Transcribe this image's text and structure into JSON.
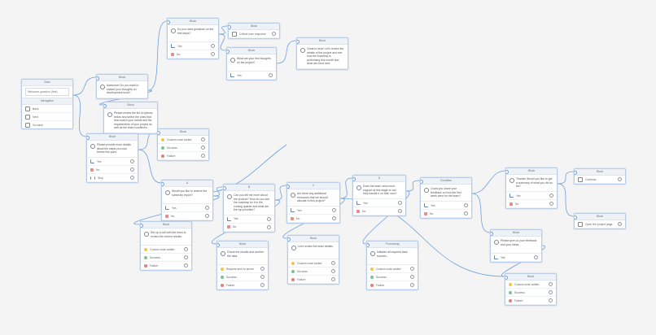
{
  "colors": {
    "wire": "#6aa0e0",
    "node_border": "#b9cde6",
    "canvas": "#f4f4f4"
  },
  "start_node": {
    "title": "Start",
    "selector": "Welcome question (first)",
    "section": "Navigation",
    "items": [
      "Back",
      "Next",
      "Go back"
    ]
  },
  "nodes": [
    {
      "id": "n1",
      "title": "Block",
      "text": "Do you need guidance on the first steps?",
      "rows": [
        {
          "icon": "yes",
          "label": "Yes"
        },
        {
          "icon": "no",
          "label": "No"
        }
      ]
    },
    {
      "id": "n2",
      "title": "Block",
      "text": "",
      "rows": [
        {
          "icon": "doc",
          "label": "Collect user response"
        }
      ]
    },
    {
      "id": "n3",
      "title": "Block",
      "text": "What are your first thoughts on the project?",
      "rows": [
        {
          "icon": "yes",
          "label": "Yes"
        }
      ]
    },
    {
      "id": "n4",
      "title": "Block",
      "text": "Great to hear! Let's review the details of the project and see how the business is performing this month and what we need next.",
      "rows": []
    },
    {
      "id": "n5",
      "title": "Block",
      "text": "Awesome! Do you want to shared your thoughts on development tools?",
      "rows": []
    },
    {
      "id": "n6",
      "title": "Block",
      "text": "Please review the list of options below and select the ones that best match your needs and the requirements of your project as well as the team conditions.",
      "rows": []
    },
    {
      "id": "n7",
      "title": "Block",
      "text": "Please provide more details about the steps you took before this point.",
      "rows": [
        {
          "icon": "yes",
          "label": "Yes"
        },
        {
          "icon": "no",
          "label": "No"
        },
        {
          "icon": "bars",
          "label": "Skip"
        }
      ]
    },
    {
      "id": "n8",
      "title": "Block",
      "text": "",
      "rows": [
        {
          "icon": "bulb",
          "label": "Custom code added"
        },
        {
          "icon": "ok",
          "label": "Success"
        },
        {
          "icon": "fail",
          "label": "Failure"
        }
      ]
    },
    {
      "id": "n9",
      "title": "A",
      "text": "Would you like to receive the summary report?",
      "rows": [
        {
          "icon": "yes",
          "label": "Yes"
        },
        {
          "icon": "no",
          "label": "No"
        }
      ]
    },
    {
      "id": "n10",
      "title": "Block",
      "text": "Set up a call with the team to review the current results.",
      "rows": [
        {
          "icon": "bulb",
          "label": "Custom code added"
        },
        {
          "icon": "ok",
          "label": "Success"
        },
        {
          "icon": "fail",
          "label": "Failure"
        }
      ]
    },
    {
      "id": "n11",
      "title": "B",
      "text": "Can you tell me more about the product? How do you see the roadmap for it in the coming quarter and what are the top priorities?",
      "rows": [
        {
          "icon": "yes",
          "label": "Yes"
        },
        {
          "icon": "no",
          "label": "No"
        }
      ]
    },
    {
      "id": "n12",
      "title": "Block",
      "text": "Check the results and confirm the data.",
      "rows": [
        {
          "icon": "bulb",
          "label": "Request sent to server"
        },
        {
          "icon": "ok",
          "label": "Success"
        },
        {
          "icon": "fail",
          "label": "Failure"
        }
      ]
    },
    {
      "id": "n13",
      "title": "C",
      "text": "Are there any additional resources that we should allocate to this project?",
      "rows": [
        {
          "icon": "yes",
          "label": "Yes"
        },
        {
          "icon": "no",
          "label": "No"
        }
      ]
    },
    {
      "id": "n14",
      "title": "Block",
      "text": "Let's review the team details.",
      "rows": [
        {
          "icon": "bulb",
          "label": "Custom code added"
        },
        {
          "icon": "ok",
          "label": "Success"
        },
        {
          "icon": "fail",
          "label": "Failure"
        }
      ]
    },
    {
      "id": "n15",
      "title": "D",
      "text": "Does the team need more support at this stage or can they handle it on their own?",
      "rows": [
        {
          "icon": "yes",
          "label": "Yes"
        },
        {
          "icon": "no",
          "label": "No"
        }
      ]
    },
    {
      "id": "n16",
      "title": "Processing",
      "text": "Initialize all required data sources.",
      "rows": [
        {
          "icon": "bulb",
          "label": "Custom code added"
        },
        {
          "icon": "ok",
          "label": "Success"
        },
        {
          "icon": "fail",
          "label": "Failure"
        }
      ]
    },
    {
      "id": "n17",
      "title": "Condition",
      "text": "Could you share your feedback on how the first week went for the team?",
      "rows": [
        {
          "icon": "yes",
          "label": "Yes"
        },
        {
          "icon": "no",
          "label": "No"
        }
      ]
    },
    {
      "id": "n18",
      "title": "Block",
      "text": "Thanks! Would you like to get a summary of what you did so far?",
      "rows": [
        {
          "icon": "yes",
          "label": "Yes"
        },
        {
          "icon": "no",
          "label": "No"
        }
      ]
    },
    {
      "id": "n19",
      "title": "Block",
      "text": "",
      "rows": [
        {
          "icon": "doc",
          "label": "Continue"
        }
      ]
    },
    {
      "id": "n20",
      "title": "Block",
      "text": "",
      "rows": [
        {
          "icon": "doc",
          "label": "Open the project page"
        }
      ]
    },
    {
      "id": "n21",
      "title": "Block",
      "text": "Please give us your feedback and your ideas.",
      "rows": [
        {
          "icon": "yes",
          "label": "Yes"
        }
      ]
    },
    {
      "id": "n22",
      "title": "Block",
      "text": "",
      "rows": [
        {
          "icon": "bulb",
          "label": "Custom code added"
        },
        {
          "icon": "ok",
          "label": "Success"
        },
        {
          "icon": "fail",
          "label": "Failure"
        }
      ]
    }
  ]
}
